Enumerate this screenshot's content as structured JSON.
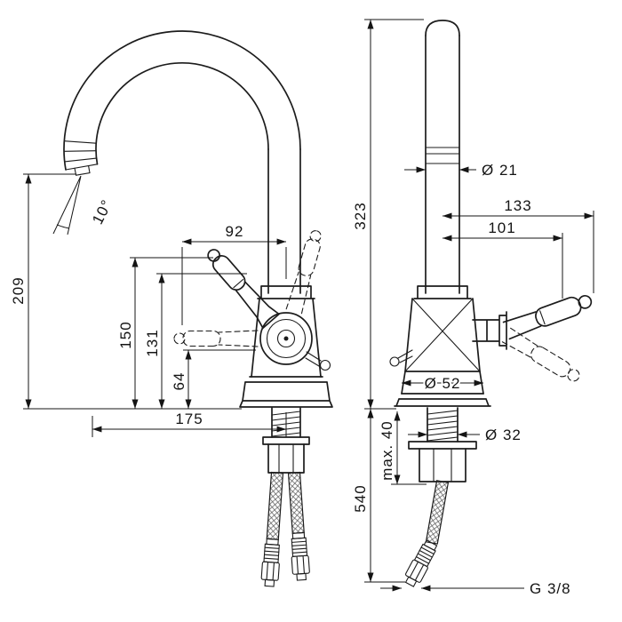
{
  "page": {
    "background": "#ffffff",
    "ink": "#1c1c1c"
  },
  "views": {
    "side": {
      "dims": {
        "spout_height": "209",
        "stream_angle": "10°",
        "lever_reach": "92",
        "lever_tip_height": "150",
        "lever_height": "131",
        "lever_low_height": "64",
        "spout_reach": "175"
      }
    },
    "front": {
      "dims": {
        "height_above_deck": "323",
        "spout_pipe_diameter": "Ø 21",
        "handle_reach_open": "133",
        "handle_reach": "101",
        "base_diameter": "Ø 52",
        "shank_diameter": "Ø 32",
        "hose_length": "540",
        "max_deck_thickness": "max. 40",
        "hose_thread": "G 3/8"
      }
    }
  }
}
